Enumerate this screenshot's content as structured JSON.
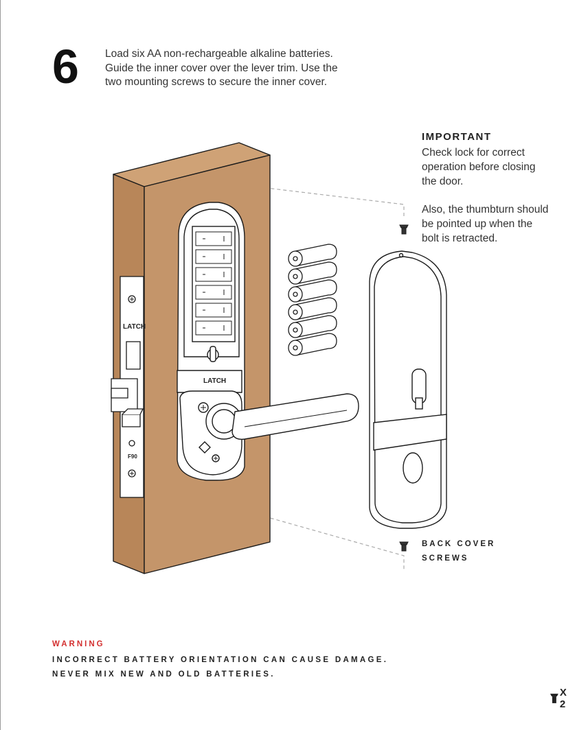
{
  "step": {
    "number": "6",
    "instructions": [
      "Load six AA non-rechargeable alkaline batteries.",
      "Guide the inner cover over the lever trim. Use the",
      "two mounting screws to secure the inner cover."
    ]
  },
  "important": {
    "title": "IMPORTANT",
    "lines_1": [
      "Check lock for correct",
      "operation before closing",
      "the door."
    ],
    "lines_2": [
      "Also, the thumbturn should",
      "be pointed up when the",
      "bolt is retracted."
    ]
  },
  "callout": {
    "lines": [
      "BACK COVER",
      "SCREWS"
    ]
  },
  "warning": {
    "title": "WARNING",
    "lines": [
      "INCORRECT BATTERY ORIENTATION CAN CAUSE DAMAGE.",
      "NEVER MIX NEW AND OLD BATTERIES."
    ]
  },
  "parts": {
    "screw_count": "X 2"
  },
  "illustration": {
    "trim_logo": "LATCH",
    "faceplate_logo": "LATCH",
    "faceplate_mark": "F90",
    "battery_count": 6
  },
  "colors": {
    "door": "#c4956a",
    "warning": "#d32f2f",
    "line": "#222222"
  }
}
